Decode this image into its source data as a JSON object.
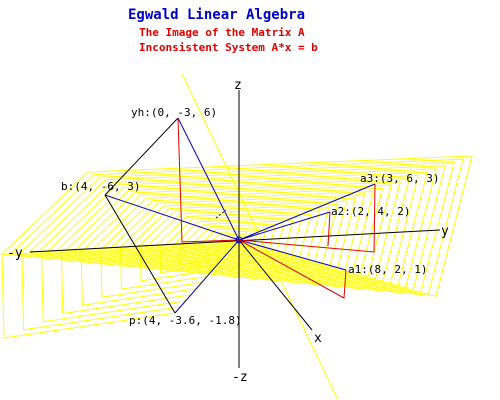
{
  "header": {
    "title": "Egwald Linear Algebra",
    "subtitle_line1": "The Image of the Matrix A",
    "subtitle_line2": "Inconsistent System A*x = b"
  },
  "axes": {
    "z_pos": "z",
    "z_neg": "-z",
    "y_pos": "y",
    "y_neg": "-y",
    "x_pos": "x"
  },
  "vectors": {
    "yh": "yh:(0, -3, 6)",
    "b": "b:(4, -6, 3)",
    "p": "p:(4, -3.6, -1.8)",
    "a1": "a1:(8, 2, 1)",
    "a2": "a2:(2, 4, 2)",
    "a3": "a3:(3, 6, 3)"
  },
  "colors": {
    "plane": "#ffff00",
    "vector": "#0000c8",
    "projection": "#e00000",
    "axis": "#000000",
    "title": "#0000c8",
    "subtitle": "#e00000"
  }
}
